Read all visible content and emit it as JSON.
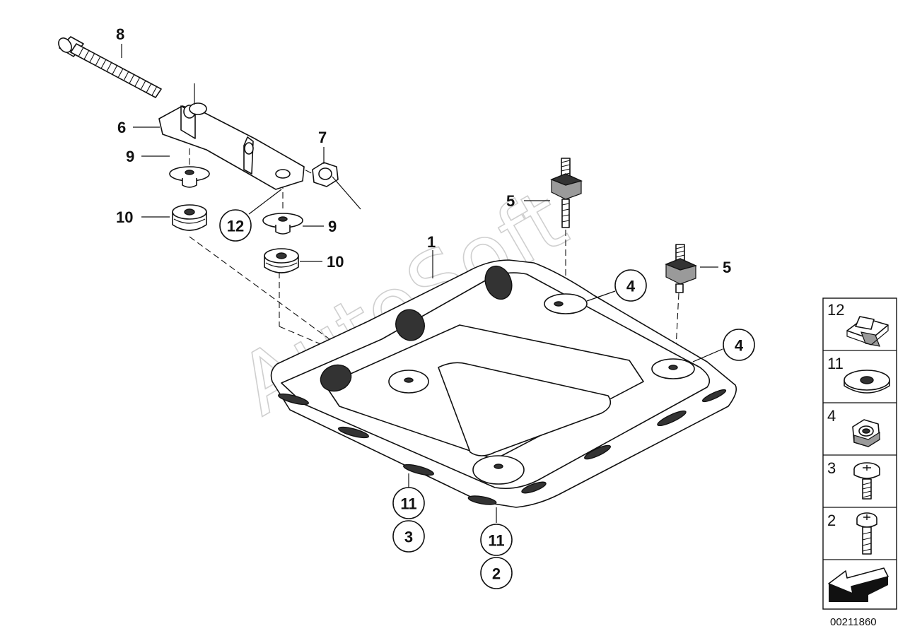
{
  "callouts": {
    "c1": "1",
    "c5a": "5",
    "c5b": "5",
    "c6": "6",
    "c7": "7",
    "c8": "8",
    "c9a": "9",
    "c9b": "9",
    "c10a": "10",
    "c10b": "10"
  },
  "circled": {
    "c4a": "4",
    "c4b": "4",
    "c12": "12",
    "c11a": "11",
    "c3": "3",
    "c11b": "11",
    "c2": "2"
  },
  "legend": [
    "12",
    "11",
    "4",
    "3",
    "2"
  ],
  "watermark": "AutoSoft",
  "diagram_code": "00211860"
}
